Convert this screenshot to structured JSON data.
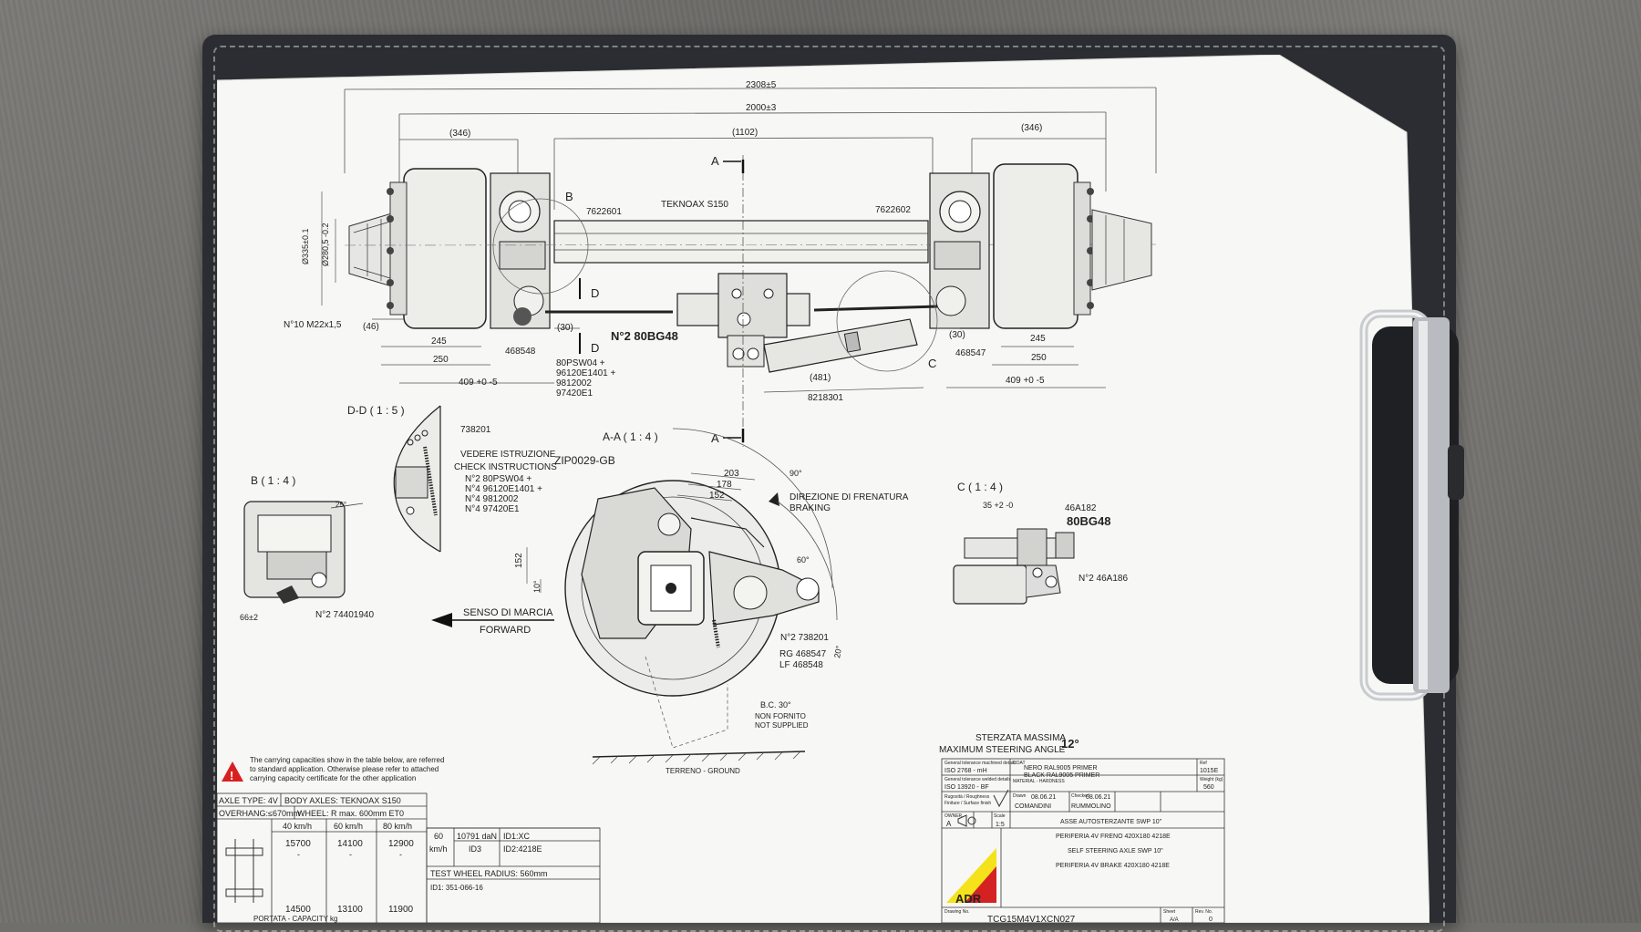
{
  "dims": {
    "total_length": "2308±5",
    "track": "2000±3",
    "mid": "(1102)",
    "left_offset": "(346)",
    "right_offset": "(346)",
    "d335": "Ø335±0.1",
    "d280": "Ø280,5 -0.2",
    "nut_spec": "N°10 M22x1,5",
    "d46": "(46)",
    "d30l": "(30)",
    "d30r": "(30)",
    "d245l": "245",
    "d250l": "250",
    "d409l": "409 +0 -5",
    "d245r": "245",
    "d250r": "250",
    "d409r": "409 +0 -5",
    "d481": "(481)",
    "d35": "35 +2 -0",
    "d66": "66±2",
    "d203": "203",
    "d178": "178",
    "d152": "152",
    "d152v": "152",
    "a10": "10°",
    "a90": "90°",
    "a60": "60°",
    "a20": "20°",
    "a25": "25°"
  },
  "labels": {
    "section_a": "A",
    "section_b": "B",
    "section_c": "C",
    "section_d": "D",
    "axle_name": "TEKNOAX S150",
    "part_7622601": "7622601",
    "part_7622602": "7622602",
    "part_468548": "468548",
    "part_468547": "468547",
    "part_8218301": "8218301",
    "kit_80bg48": "N°2 80BG48",
    "kit_list": [
      "80PSW04 +",
      "96120E1401 +",
      "9812002",
      "97420E1"
    ],
    "view_dd": "D-D ( 1 : 5 )",
    "view_b": "B ( 1 : 4 )",
    "view_aa": "A-A ( 1 : 4 )",
    "view_c": "C ( 1 : 4 )",
    "part_738201": "738201",
    "instr_it": "VEDERE ISTRUZIONE",
    "instr_en": "CHECK INSTRUCTIONS",
    "instr_code": "ZIP0029-GB",
    "instr_list": [
      "N°2 80PSW04 +",
      "N°4 96120E1401 +",
      "N°4 9812002",
      "N°4 97420E1"
    ],
    "brake_dir_it": "DIREZIONE DI FRENATURA",
    "brake_dir_en": "BRAKING",
    "travel_it": "SENSO DI MARCIA",
    "travel_en": "FORWARD",
    "n2_74401940": "N°2 74401940",
    "n2_738201": "N°2 738201",
    "rg": "RG 468547",
    "lf": "LF 468548",
    "bc30": "B.C. 30°",
    "non_fornito": "NON FORNITO",
    "not_supplied": "NOT SUPPLIED",
    "terreno": "TERRENO - GROUND",
    "c_46a182": "46A182",
    "c_80bg48": "80BG48",
    "c_46a186": "N°2 46A186",
    "steer_it": "STERZATA MASSIMA",
    "steer_en": "MAXIMUM STEERING ANGLE",
    "steer_val": "12°"
  },
  "capacity": {
    "warning": [
      "The carrying capacities show in the table below, are referred",
      "to standard application. Otherwise please refer to attached",
      "carrying capacity certificate for the other application"
    ],
    "axle_type": "AXLE TYPE:   4V",
    "body_axles": "BODY AXLES:   TEKNOAX S150",
    "overhang": "OVERHANG:≤670mm",
    "wheel": "WHEEL:  R max. 600mm ET0",
    "speeds": [
      "40 km/h",
      "60 km/h",
      "80 km/h"
    ],
    "row1": [
      "15700",
      "14100",
      "12900"
    ],
    "row2": [
      "14500",
      "13100",
      "11900"
    ],
    "dash": "-",
    "sixty": "60",
    "kmh": "km/h",
    "dan": "10791 daN",
    "id3": "ID3",
    "id1": "ID1:XC",
    "id2": "ID2:4218E",
    "test_radius": "TEST WHEEL RADIUS:  560mm",
    "id1_bottom": "ID1: 351-066-16",
    "portata": "PORTATA - CAPACITY kg"
  },
  "title_block": {
    "tol_gen": "General tolerance machined details",
    "tol_iso": "ISO 2768 - mH",
    "tol_weld": "General tolerance welded details",
    "tol_iso2": "ISO 13920 - BF",
    "rough": "Rugosità / Roughness",
    "surface": "Finiture / Surface finish",
    "coat": "COAT",
    "coat_it": "NERO RAL9005 PRIMER",
    "coat_en": "BLACK RAL9005 PRIMER",
    "material": "MATERIAL - HARDNESS",
    "ref": "Ref",
    "ref_val": "1015E",
    "weight": "Weight (kg)",
    "weight_val": "560",
    "drawn": "Drawn",
    "drawn_date": "08.06.21",
    "drawn_by": "COMANDINI",
    "checked": "Checked",
    "checked_date": "08.06.21",
    "checked_by": "RUMMOLINO",
    "owner": "OWNER",
    "owner_val": "A",
    "scale": "Scale",
    "scale_val": "1:5",
    "desc1": "ASSE AUTOSTERZANTE SWP 10\"",
    "desc2": "PERIFERIA 4V FRENO 420X180 4218E",
    "desc3": "SELF STEERING AXLE SWP 10\"",
    "desc4": "PERIFERIA 4V BRAKE 420X180 4218E",
    "drawing_no_label": "Drawing No.",
    "drawing_no": "TCG15M4V1XCN027",
    "sheet": "Sheet",
    "sheet_val": "A/A",
    "rev": "Rev. No.",
    "rev_val": "0",
    "logo": "ADR"
  }
}
